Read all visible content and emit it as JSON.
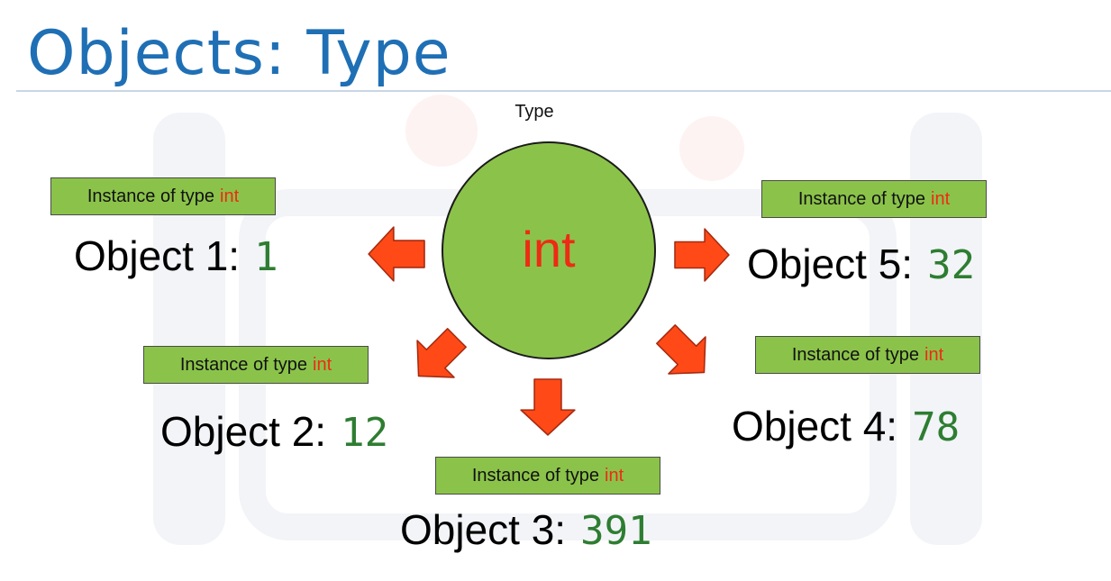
{
  "colors": {
    "title_blue": "#1f6fb5",
    "rule": "#c9d6e6",
    "circle_fill": "#8bc34a",
    "keyword_red": "#ee2b14",
    "tag_fill": "#8bc34a",
    "value_green": "#2e7d32",
    "arrow_fill": "#ff4a17",
    "arrow_stroke": "#a62a10"
  },
  "slide": {
    "title": "Objects: Type",
    "type_caption": "Type",
    "type_name": "int"
  },
  "objects": [
    {
      "tag_text": "Instance of type",
      "tag_type": "int",
      "label": "Object 1:",
      "value": "1"
    },
    {
      "tag_text": "Instance of type",
      "tag_type": "int",
      "label": "Object 2:",
      "value": "12"
    },
    {
      "tag_text": "Instance of type",
      "tag_type": "int",
      "label": "Object 3:",
      "value": "391"
    },
    {
      "tag_text": "Instance of type",
      "tag_type": "int",
      "label": "Object 4:",
      "value": "78"
    },
    {
      "tag_text": "Instance of type",
      "tag_type": "int",
      "label": "Object 5:",
      "value": "32"
    }
  ],
  "arrows": [
    {
      "icon": "arrow-left-icon",
      "points_to": "Object 1"
    },
    {
      "icon": "arrow-down-left-icon",
      "points_to": "Object 2"
    },
    {
      "icon": "arrow-down-icon",
      "points_to": "Object 3"
    },
    {
      "icon": "arrow-down-right-icon",
      "points_to": "Object 4"
    },
    {
      "icon": "arrow-right-icon",
      "points_to": "Object 5"
    }
  ]
}
